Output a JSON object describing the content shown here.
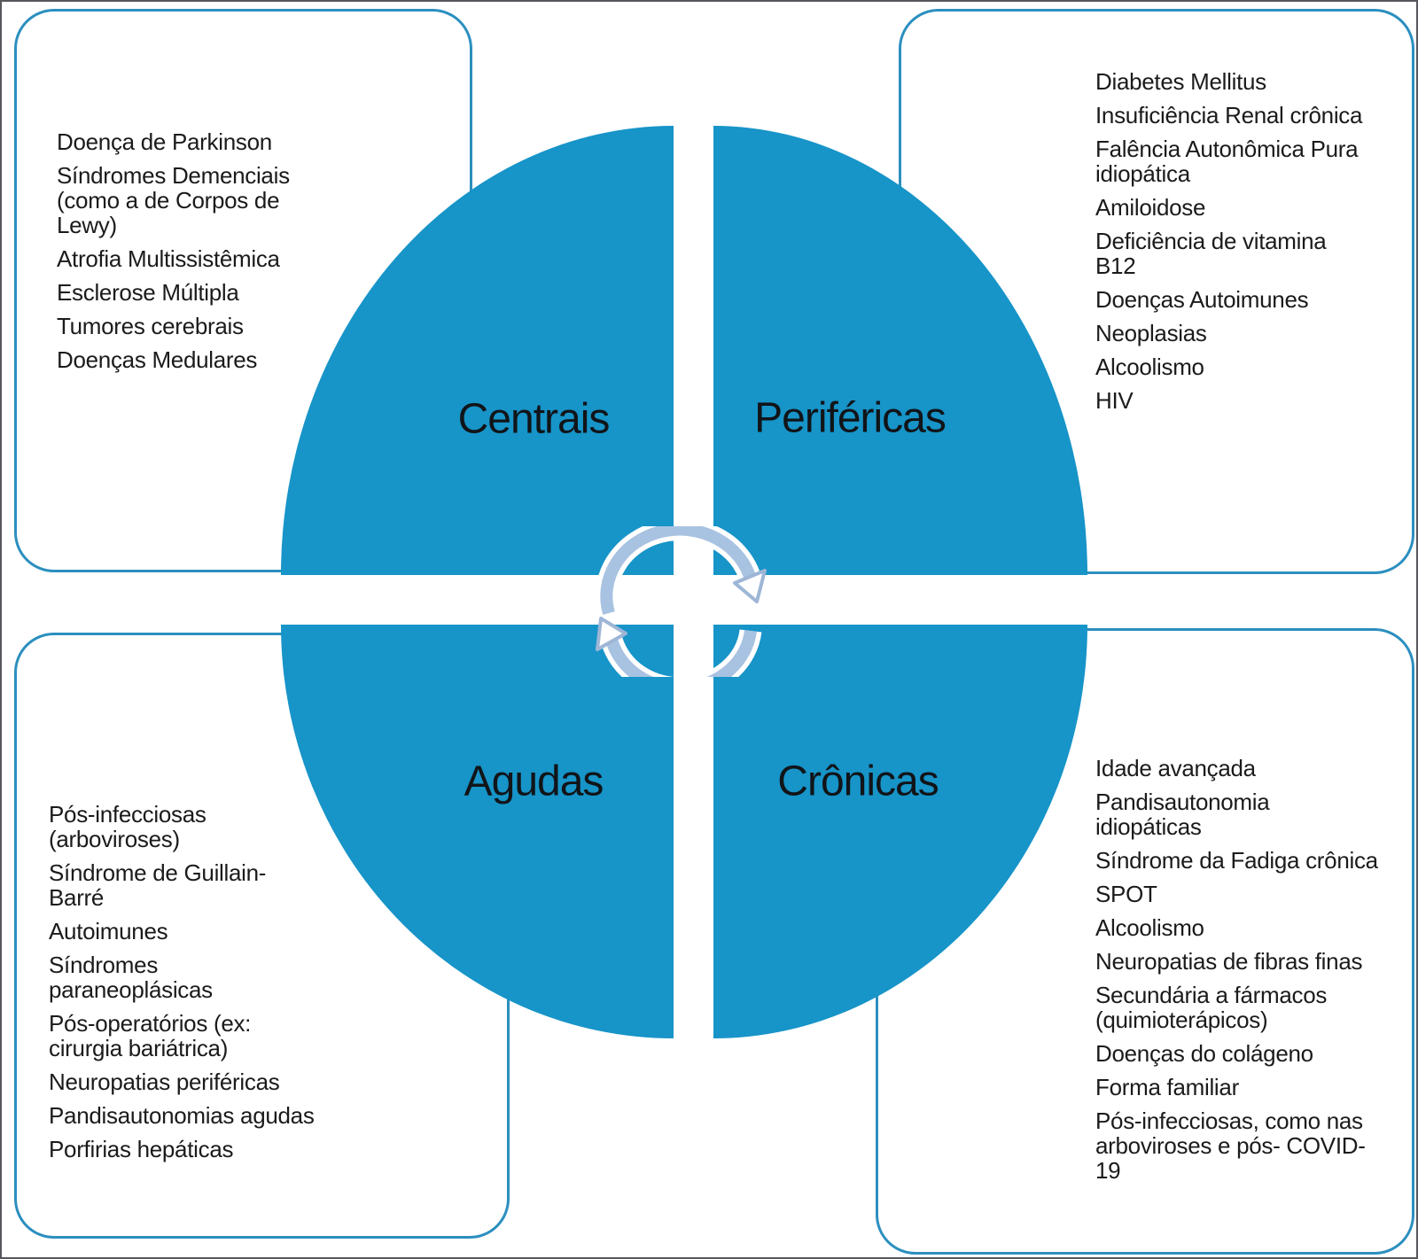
{
  "diagram": {
    "type": "four-quadrant-cycle-matrix",
    "center_icon": "cycle-arrows",
    "colors": {
      "quadrant_fill": "#1794c8",
      "box_border": "#2c8fbf",
      "icon_fill": "#a8c2e1",
      "icon_outline": "#ffffff",
      "text": "#1b1b1b",
      "canvas_border": "#55575b"
    },
    "quadrants": [
      {
        "id": "centrais",
        "label": "Centrais",
        "position": "top-left",
        "causes": [
          "Doença de Parkinson",
          "Síndromes Demenciais\n(como a de Corpos de\nLewy)",
          "Atrofia Multissistêmica",
          "Esclerose Múltipla",
          "Tumores cerebrais",
          "Doenças Medulares"
        ]
      },
      {
        "id": "perifericas",
        "label": "Periféricas",
        "position": "top-right",
        "causes": [
          "Diabetes Mellitus",
          "Insuficiência Renal crônica",
          "Falência Autonômica Pura\nidiopática",
          "Amiloidose",
          "Deficiência de vitamina\nB12",
          "Doenças Autoimunes",
          "Neoplasias",
          "Alcoolismo",
          "HIV"
        ]
      },
      {
        "id": "agudas",
        "label": "Agudas",
        "position": "bottom-left",
        "causes": [
          "Pós-infecciosas\n(arboviroses)",
          "Síndrome de Guillain-\nBarré",
          "Autoimunes",
          "Síndromes\nparaneoplásicas",
          "Pós-operatórios (ex:\ncirurgia bariátrica)",
          "Neuropatias periféricas",
          "Pandisautonomias agudas",
          "Porfirias hepáticas"
        ]
      },
      {
        "id": "cronicas",
        "label": "Crônicas",
        "position": "bottom-right",
        "causes": [
          "Idade avançada",
          "Pandisautonomia\nidiopáticas",
          "Síndrome da Fadiga crônica",
          "SPOT",
          "Alcoolismo",
          "Neuropatias de fibras finas",
          "Secundária a fármacos\n(quimioterápicos)",
          "Doenças do colágeno",
          "Forma familiar",
          "Pós-infecciosas, como nas\narboviroses e pós- COVID-\n19"
        ]
      }
    ]
  }
}
